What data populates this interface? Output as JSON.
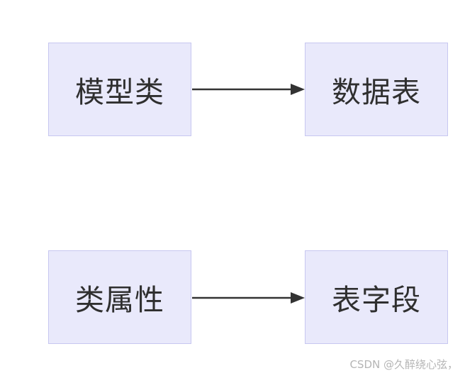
{
  "diagram": {
    "nodes": [
      {
        "id": "model-class",
        "label": "模型类"
      },
      {
        "id": "data-table",
        "label": "数据表"
      },
      {
        "id": "class-attribute",
        "label": "类属性"
      },
      {
        "id": "table-field",
        "label": "表字段"
      }
    ],
    "edges": [
      {
        "from": "model-class",
        "to": "data-table",
        "style": "solid-arrow"
      },
      {
        "from": "class-attribute",
        "to": "table-field",
        "style": "solid-arrow"
      }
    ]
  },
  "watermark": {
    "text": "CSDN @久醉绕心弦，"
  },
  "colors": {
    "background": "#FFFFFF",
    "node_fill": "#E9E9FB",
    "node_border": "#C7C7F0",
    "node_text": "#2F2F2F",
    "arrow": "#333333",
    "watermark_text": "#B5B5B5"
  }
}
